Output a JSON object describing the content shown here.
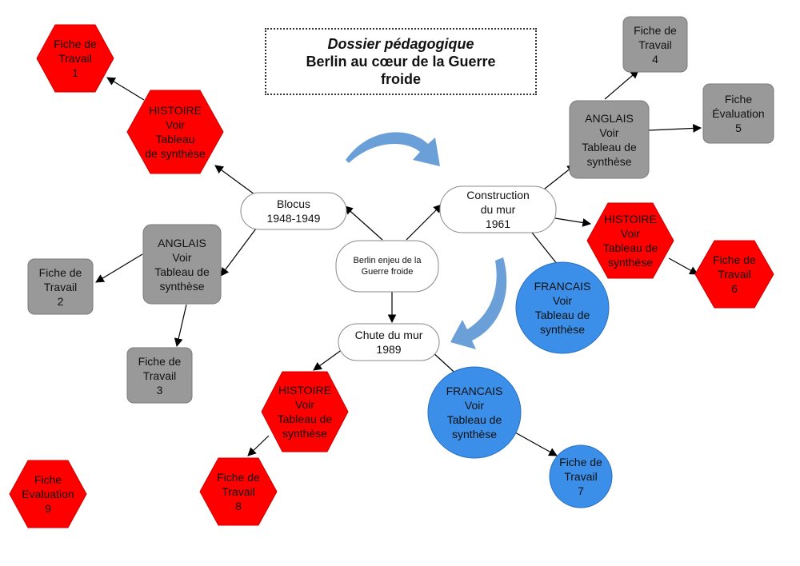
{
  "title": {
    "line1": "Dossier pédagogique",
    "line2": "Berlin au cœur de la Guerre\nfroide"
  },
  "colors": {
    "red": "#ff0000",
    "gray": "#999999",
    "blue": "#3b8fe8",
    "arrow_blue": "#6a9fd8"
  },
  "nodes": {
    "center": "Berlin enjeu de la\nGuerre froide",
    "blocus": "Blocus\n1948-1949",
    "construction": "Construction\ndu mur\n1961",
    "chute": "Chute du mur\n1989",
    "histoire_blocus": "HISTOIRE\nVoir\nTableau\nde synthèse",
    "fiche1": "Fiche de\nTravail\n1",
    "anglais_blocus": "ANGLAIS\nVoir\nTableau de\nsynthèse",
    "fiche2": "Fiche de\nTravail\n2",
    "fiche3": "Fiche de\nTravail\n3",
    "anglais_construction": "ANGLAIS\nVoir\nTableau de\nsynthèse",
    "fiche4": "Fiche de\nTravail\n4",
    "fiche_eval5": "Fiche\nÉvaluation\n5",
    "histoire_construction": "HISTOIRE\nVoir\nTableau de\nsynthèse",
    "fiche6": "Fiche de\nTravail\n6",
    "francais_construction": "FRANCAIS\nVoir\nTableau de\nsynthèse",
    "histoire_chute": "HISTOIRE\nVoir\nTableau de\nsynthèse",
    "fiche8": "Fiche de\nTravail\n8",
    "francais_chute": "FRANCAIS\nVoir\nTableau de\nsynthèse",
    "fiche7": "Fiche de\nTravail\n7",
    "fiche_eval9": "Fiche\nEvaluation\n9"
  }
}
